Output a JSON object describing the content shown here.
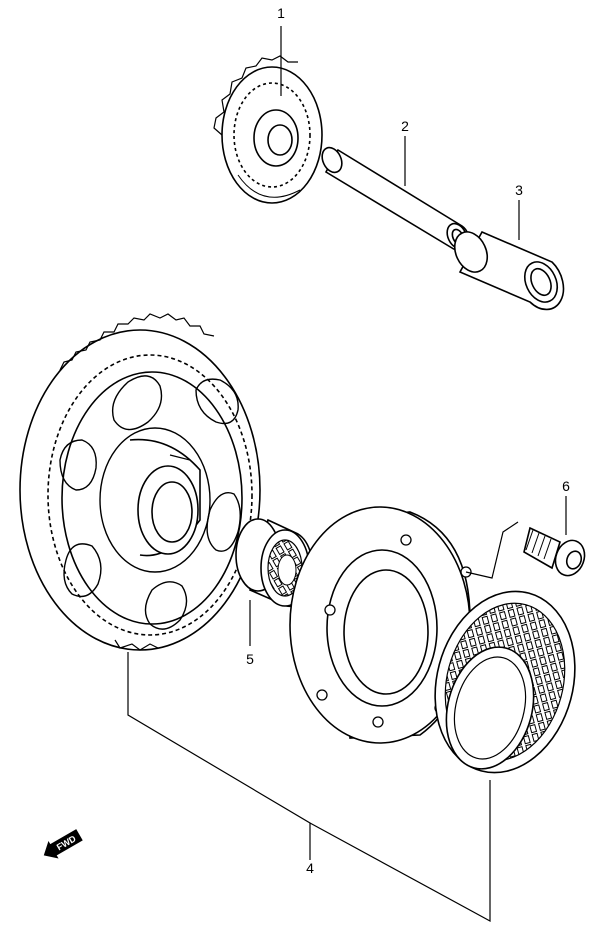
{
  "diagram": {
    "callouts": {
      "p1": "1",
      "p2": "2",
      "p3": "3",
      "p4": "4",
      "p5": "5",
      "p6": "6"
    },
    "direction_arrow": {
      "label": "FWD"
    }
  }
}
